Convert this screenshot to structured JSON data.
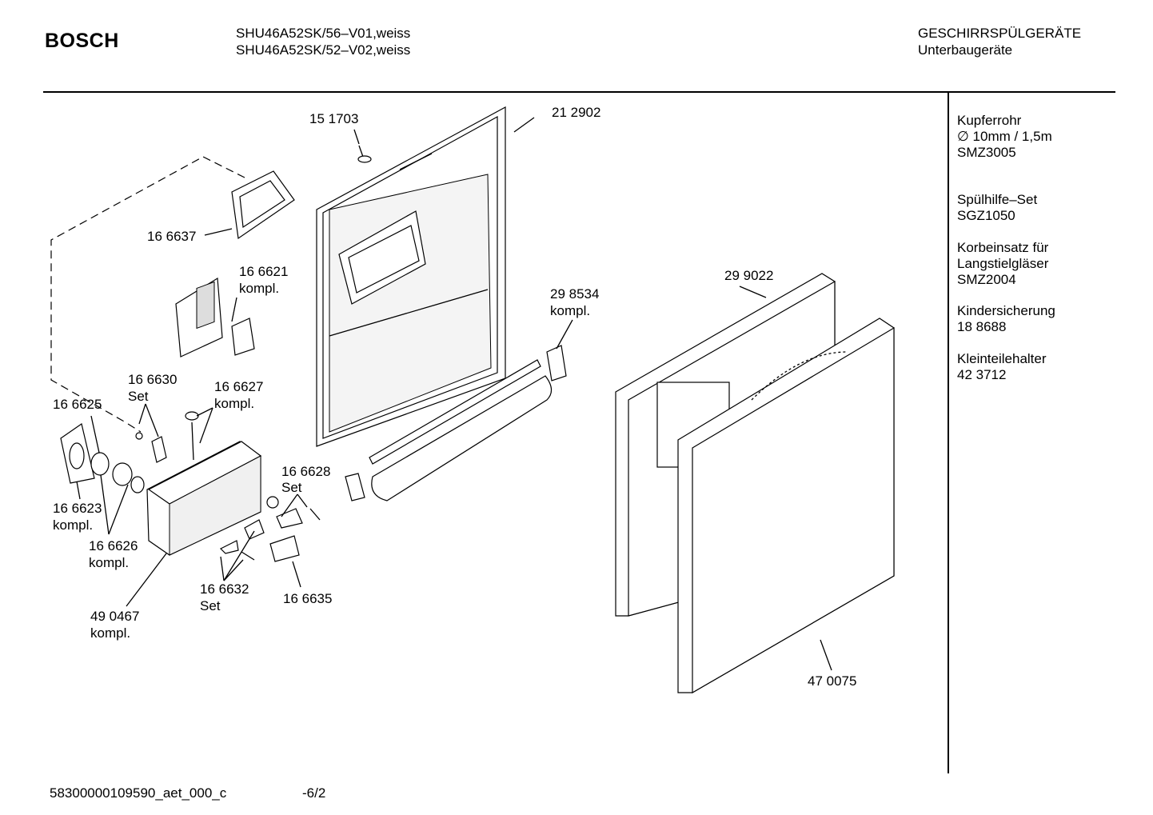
{
  "header": {
    "brand": "BOSCH",
    "model_line_1": "SHU46A52SK/56–V01,weiss",
    "model_line_2": "SHU46A52SK/52–V02,weiss",
    "category_line_1": "GESCHIRRSPÜLGERÄTE",
    "category_line_2": "Unterbaugeräte"
  },
  "accessories": [
    {
      "lines": [
        "Kupferrohr",
        "∅ 10mm / 1,5m",
        "SMZ3005"
      ]
    },
    {
      "lines": [
        "Spülhilfe–Set",
        "SGZ1050"
      ]
    },
    {
      "lines": [
        "Korbeinsatz für",
        "Langstielgläser",
        "SMZ2004"
      ]
    },
    {
      "lines": [
        "Kindersicherung",
        "18 8688"
      ]
    },
    {
      "lines": [
        "Kleinteilehalter",
        "42 3712"
      ]
    }
  ],
  "parts": [
    {
      "number": "15 1703",
      "note": ""
    },
    {
      "number": "21 2902",
      "note": ""
    },
    {
      "number": "16 6637",
      "note": ""
    },
    {
      "number": "16 6621",
      "note": "kompl."
    },
    {
      "number": "29 9022",
      "note": ""
    },
    {
      "number": "29 8534",
      "note": "kompl."
    },
    {
      "number": "16 6630",
      "note": "Set"
    },
    {
      "number": "16 6627",
      "note": "kompl."
    },
    {
      "number": "16 6625",
      "note": ""
    },
    {
      "number": "16 6628",
      "note": "Set"
    },
    {
      "number": "16 6623",
      "note": "kompl."
    },
    {
      "number": "16 6626",
      "note": "kompl."
    },
    {
      "number": "16 6632",
      "note": "Set"
    },
    {
      "number": "16 6635",
      "note": ""
    },
    {
      "number": "49 0467",
      "note": "kompl."
    },
    {
      "number": "47 0075",
      "note": ""
    }
  ],
  "footer": {
    "document_id": "58300000109590_aet_000_c",
    "page": "-6/2"
  }
}
